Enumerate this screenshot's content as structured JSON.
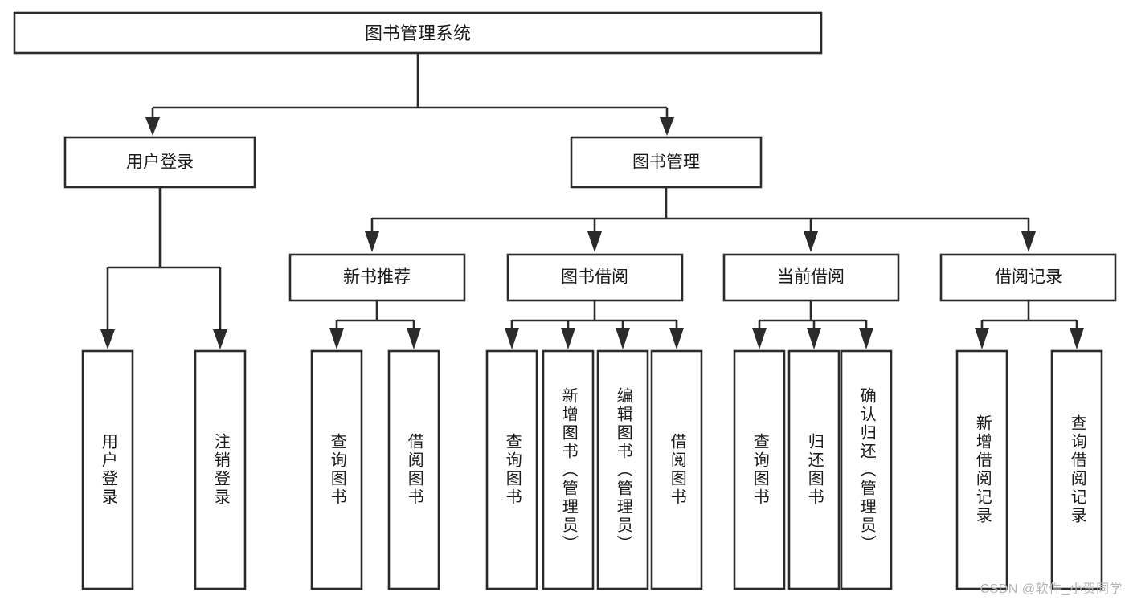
{
  "diagram": {
    "type": "tree-hierarchy-chart",
    "title": "图书管理系统",
    "watermark": "CSDN @软件_小贺同学",
    "colors": {
      "stroke": "#2b2b2b",
      "fill": "#ffffff",
      "text": "#1a1a1a",
      "watermark": "#b4b4b4"
    },
    "levels": {
      "root": {
        "label": "图书管理系统"
      },
      "level2": [
        {
          "id": "user-login",
          "label": "用户登录"
        },
        {
          "id": "book-manage",
          "label": "图书管理"
        }
      ],
      "level3": [
        {
          "id": "new-book-rec",
          "label": "新书推荐",
          "parent": "book-manage"
        },
        {
          "id": "book-borrow",
          "label": "图书借阅",
          "parent": "book-manage"
        },
        {
          "id": "current-borrow",
          "label": "当前借阅",
          "parent": "book-manage"
        },
        {
          "id": "borrow-record",
          "label": "借阅记录",
          "parent": "book-manage"
        }
      ],
      "leaves": [
        {
          "id": "leaf-user-login",
          "label": "用户登录",
          "parent": "user-login"
        },
        {
          "id": "leaf-logout",
          "label": "注销登录",
          "parent": "user-login"
        },
        {
          "id": "leaf-query-book-1",
          "label": "查询图书",
          "parent": "new-book-rec"
        },
        {
          "id": "leaf-borrow-book-1",
          "label": "借阅图书",
          "parent": "new-book-rec"
        },
        {
          "id": "leaf-query-book-2",
          "label": "查询图书",
          "parent": "book-borrow"
        },
        {
          "id": "leaf-add-book",
          "label": "新增图书（管理员）",
          "parent": "book-borrow"
        },
        {
          "id": "leaf-edit-book",
          "label": "编辑图书（管理员）",
          "parent": "book-borrow"
        },
        {
          "id": "leaf-borrow-book-2",
          "label": "借阅图书",
          "parent": "book-borrow"
        },
        {
          "id": "leaf-query-book-3",
          "label": "查询图书",
          "parent": "current-borrow"
        },
        {
          "id": "leaf-return-book",
          "label": "归还图书",
          "parent": "current-borrow"
        },
        {
          "id": "leaf-confirm-return",
          "label": "确认归还（管理员）",
          "parent": "current-borrow"
        },
        {
          "id": "leaf-add-record",
          "label": "新增借阅记录",
          "parent": "borrow-record"
        },
        {
          "id": "leaf-query-record",
          "label": "查询借阅记录",
          "parent": "borrow-record"
        }
      ]
    }
  }
}
